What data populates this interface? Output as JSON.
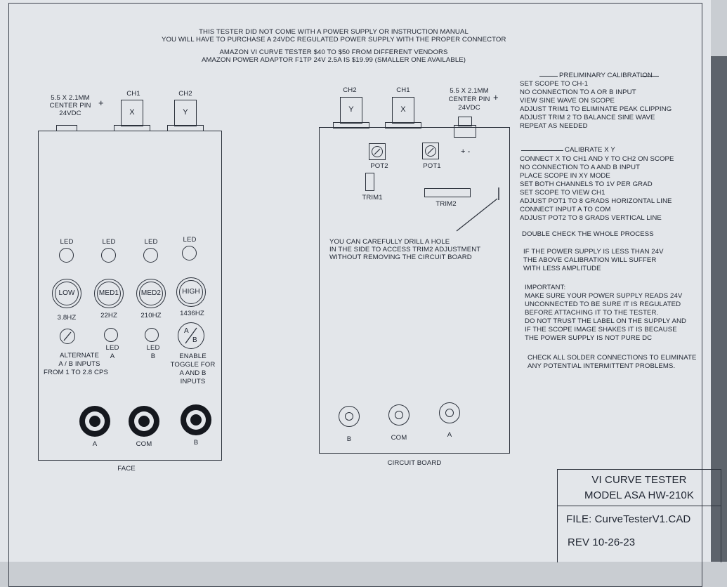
{
  "header": {
    "line1": "THIS TESTER DID NOT COME WITH A POWER SUPPLY OR INSTRUCTION MANUAL",
    "line2": "YOU WILL HAVE TO PURCHASE A 24VDC REGULATED POWER SUPPLY WITH THE PROPER CONNECTOR",
    "line3": "AMAZON VI CURVE TESTER $40 TO $50 FROM DIFFERENT VENDORS",
    "line4": "AMAZON POWER ADAPTOR F1TP 24V 2.5A IS $19.99 (SMALLER ONE AVAILABLE)"
  },
  "face": {
    "power_label": [
      "5.5 X 2.1MM",
      "CENTER PIN",
      "24VDC"
    ],
    "plus": "+",
    "ch1": "CH1",
    "ch2": "CH2",
    "x": "X",
    "y": "Y",
    "led": "LED",
    "buttons": [
      "LOW",
      "MED1",
      "MED2",
      "HIGH"
    ],
    "freqs": [
      "3.8HZ",
      "22HZ",
      "210HZ",
      "1436HZ"
    ],
    "alternate": [
      "ALTERNATE",
      "A / B INPUTS",
      "FROM 1 TO 2.8 CPS"
    ],
    "led_a": [
      "LED",
      "A"
    ],
    "led_b": [
      "LED",
      "B"
    ],
    "toggle_letters": [
      "A",
      "B"
    ],
    "enable": [
      "ENABLE",
      "TOGGLE FOR",
      "A AND B",
      "INPUTS"
    ],
    "jacks": [
      "A",
      "COM",
      "B"
    ],
    "caption": "FACE"
  },
  "board": {
    "ch2": "CH2",
    "ch1": "CH1",
    "y": "Y",
    "x": "X",
    "power_label": [
      "5.5 X 2.1MM",
      "CENTER PIN",
      "24VDC"
    ],
    "plus": "+",
    "polarity": "+ -",
    "pot2": "POT2",
    "pot1": "POT1",
    "trim1": "TRIM1",
    "trim2": "TRIM2",
    "drill_note": [
      "YOU CAN CAREFULLY DRILL A HOLE",
      "IN THE SIDE TO ACCESS TRIM2 ADJUSTMENT",
      "WITHOUT REMOVING THE CIRCUIT BOARD"
    ],
    "jacks": [
      "B",
      "COM",
      "A"
    ],
    "caption": "CIRCUIT BOARD"
  },
  "notes": {
    "prelim_title": "PRELIMINARY CALIBRATION",
    "prelim": [
      "SET SCOPE TO CH-1",
      "NO CONNECTION TO A OR B INPUT",
      "VIEW SINE WAVE ON SCOPE",
      "ADJUST TRIM1 TO ELIMINATE PEAK CLIPPING",
      "ADJUST TRIM 2 TO BALANCE SINE WAVE",
      "REPEAT AS NEEDED"
    ],
    "calib_title": "CALIBRATE X Y",
    "calib": [
      "CONNECT X TO CH1 AND Y TO CH2 ON SCOPE",
      "NO CONNECTION TO A AND B INPUT",
      "PLACE SCOPE IN XY MODE",
      "SET BOTH CHANNELS TO 1V PER GRAD",
      "SET SCOPE TO VIEW CH1",
      "ADJUST POT1 TO 8 GRADS HORIZONTAL LINE",
      "CONNECT INPUT A TO COM",
      "ADJUST POT2 TO 8 GRADS VERTICAL LINE"
    ],
    "double_check": "DOUBLE CHECK THE WHOLE PROCESS",
    "power_warn": [
      "IF THE POWER SUPPLY IS LESS THAN 24V",
      "THE ABOVE CALIBRATION WILL SUFFER",
      "WITH LESS AMPLITUDE"
    ],
    "important": [
      "IMPORTANT:",
      "MAKE SURE YOUR POWER SUPPLY READS 24V",
      "UNCONNECTED TO BE SURE IT IS REGULATED",
      "BEFORE ATTACHING IT TO THE TESTER.",
      "DO NOT TRUST THE LABEL ON THE SUPPLY AND",
      "IF THE SCOPE IMAGE SHAKES IT IS BECAUSE",
      "THE POWER SUPPLY IS NOT PURE DC"
    ],
    "solder": [
      "CHECK ALL SOLDER CONNECTIONS TO ELIMINATE",
      "ANY POTENTIAL INTERMITTENT PROBLEMS."
    ]
  },
  "title_block": {
    "title": "VI CURVE TESTER",
    "model": "MODEL ASA HW-210K",
    "file": "FILE: CurveTesterV1.CAD",
    "rev": "REV 10-26-23"
  }
}
